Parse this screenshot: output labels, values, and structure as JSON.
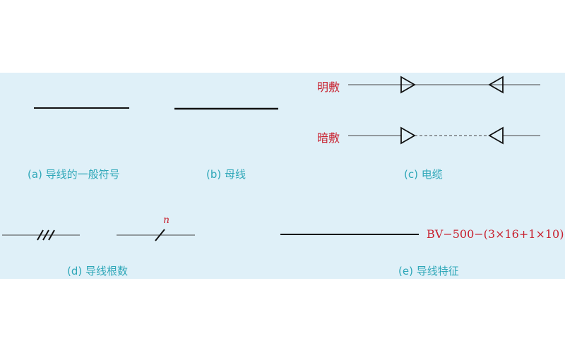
{
  "captions": {
    "a": "(a) 导线的一般符号",
    "b": "(b) 母线",
    "c": "(c) 电缆",
    "d": "(d) 导线根数",
    "e": "(e) 导线特征"
  },
  "cable": {
    "exposed_label": "明敷",
    "concealed_label": "暗敷"
  },
  "count": {
    "n_label": "n"
  },
  "feature": {
    "spec_label": "BV−500−(3×16+1×10)"
  },
  "colors": {
    "panel_bg": "#dff0f8",
    "caption": "#2ea7b8",
    "accent_red": "#c8202e",
    "line": "#222222"
  }
}
